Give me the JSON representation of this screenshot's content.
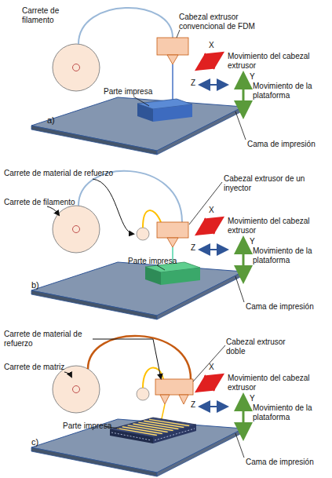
{
  "diagram": {
    "labels": [
      "Carrete de filamento",
      "Cabezal extrusor convencional de FDM",
      "X",
      "Movimiento del cabezal extrusor",
      "Z",
      "Y",
      "Movimiento de la plataforma",
      "Parte impresa",
      "Cama de impresión",
      "a)",
      "Carrete de material de refuerzo",
      "Cabezal extrusor de un inyector",
      "Carrete de filamento",
      "X",
      "Movimiento del cabezal extrusor",
      "Z",
      "Parte impresa",
      "Y",
      "Movimiento de la plataforma",
      "Cama de impresión",
      "b)",
      "Carrete de material de refuerzo",
      "Cabezal extrusor doble",
      "Carrete de matriz",
      "X",
      "Movimiento del cabezal extrusor",
      "Z",
      "Parte impresa",
      "Y",
      "Movimiento de la plataforma",
      "Cama de impresión",
      "c)"
    ]
  }
}
